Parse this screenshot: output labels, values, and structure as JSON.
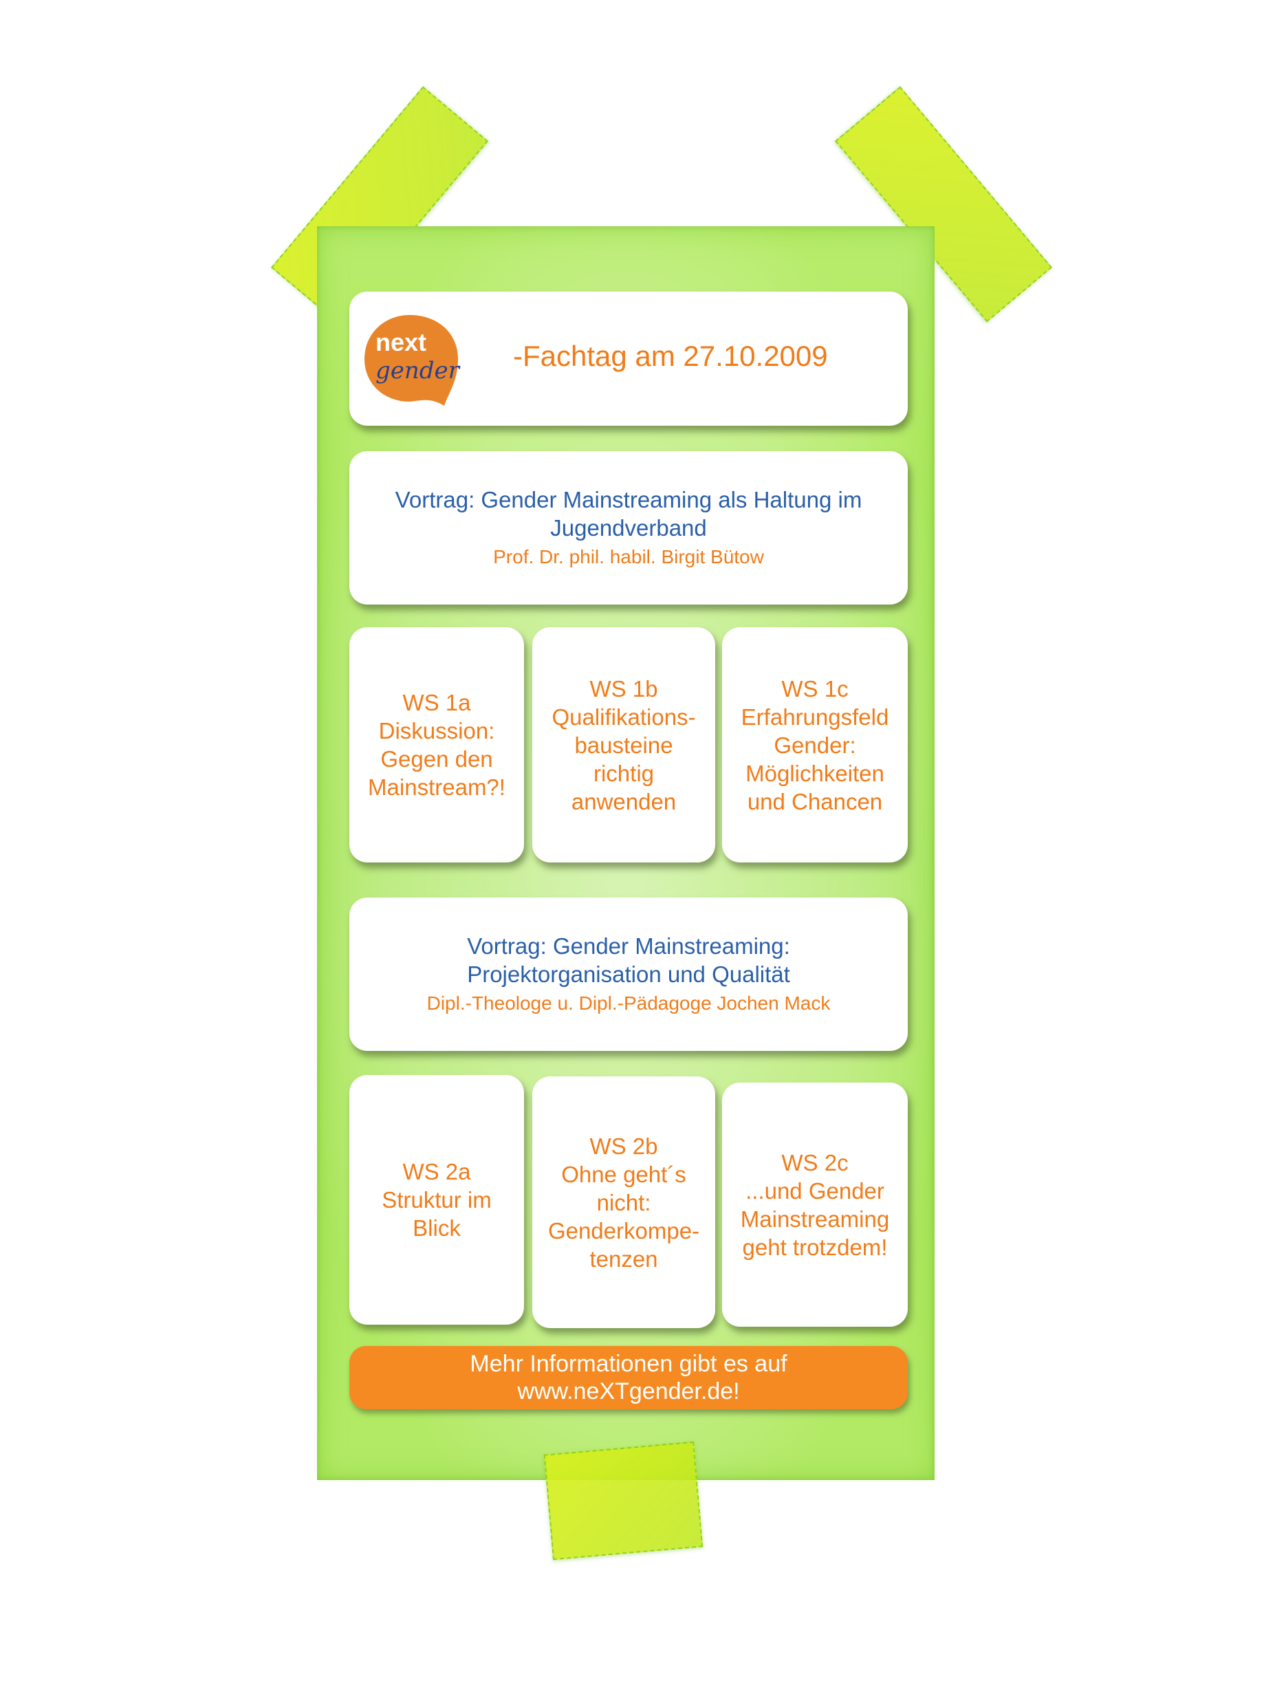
{
  "header": {
    "logo": {
      "line1": "next",
      "line2": "gender"
    },
    "title": "-Fachtag am 27.10.2009"
  },
  "talks": [
    {
      "title_lines": [
        "Vortrag: Gender Mainstreaming als Haltung im",
        "Jugendverband"
      ],
      "speaker": "Prof. Dr. phil. habil. Birgit Bütow"
    },
    {
      "title_lines": [
        "Vortrag: Gender Mainstreaming:",
        "Projektorganisation und Qualität"
      ],
      "speaker": "Dipl.-Theologe u. Dipl.-Pädagoge Jochen Mack"
    }
  ],
  "workshops_1": [
    {
      "lines": [
        "WS 1a",
        "Diskussion:",
        "Gegen den",
        "Mainstream?!"
      ]
    },
    {
      "lines": [
        "WS 1b",
        "Qualifikations-",
        "bausteine",
        "richtig",
        "anwenden"
      ]
    },
    {
      "lines": [
        "WS 1c",
        "Erfahrungsfeld",
        "Gender:",
        "Möglichkeiten",
        "und Chancen"
      ]
    }
  ],
  "workshops_2": [
    {
      "lines": [
        "WS 2a",
        "Struktur im",
        "Blick"
      ]
    },
    {
      "lines": [
        "WS 2b",
        "Ohne geht´s",
        "nicht:",
        "Genderkompe-",
        "tenzen"
      ]
    },
    {
      "lines": [
        "WS 2c",
        "...und Gender",
        "Mainstreaming",
        "geht trotzdem!"
      ]
    }
  ],
  "footer": {
    "line1": "Mehr Informationen gibt es auf",
    "line2": "www.neXTgender.de!"
  },
  "colors": {
    "accent_orange": "#f07c1a",
    "text_blue": "#2a5fa8",
    "board_green": "#a8e65a",
    "tape_yellow": "#d8f01e",
    "footer_orange": "#f58a22"
  }
}
